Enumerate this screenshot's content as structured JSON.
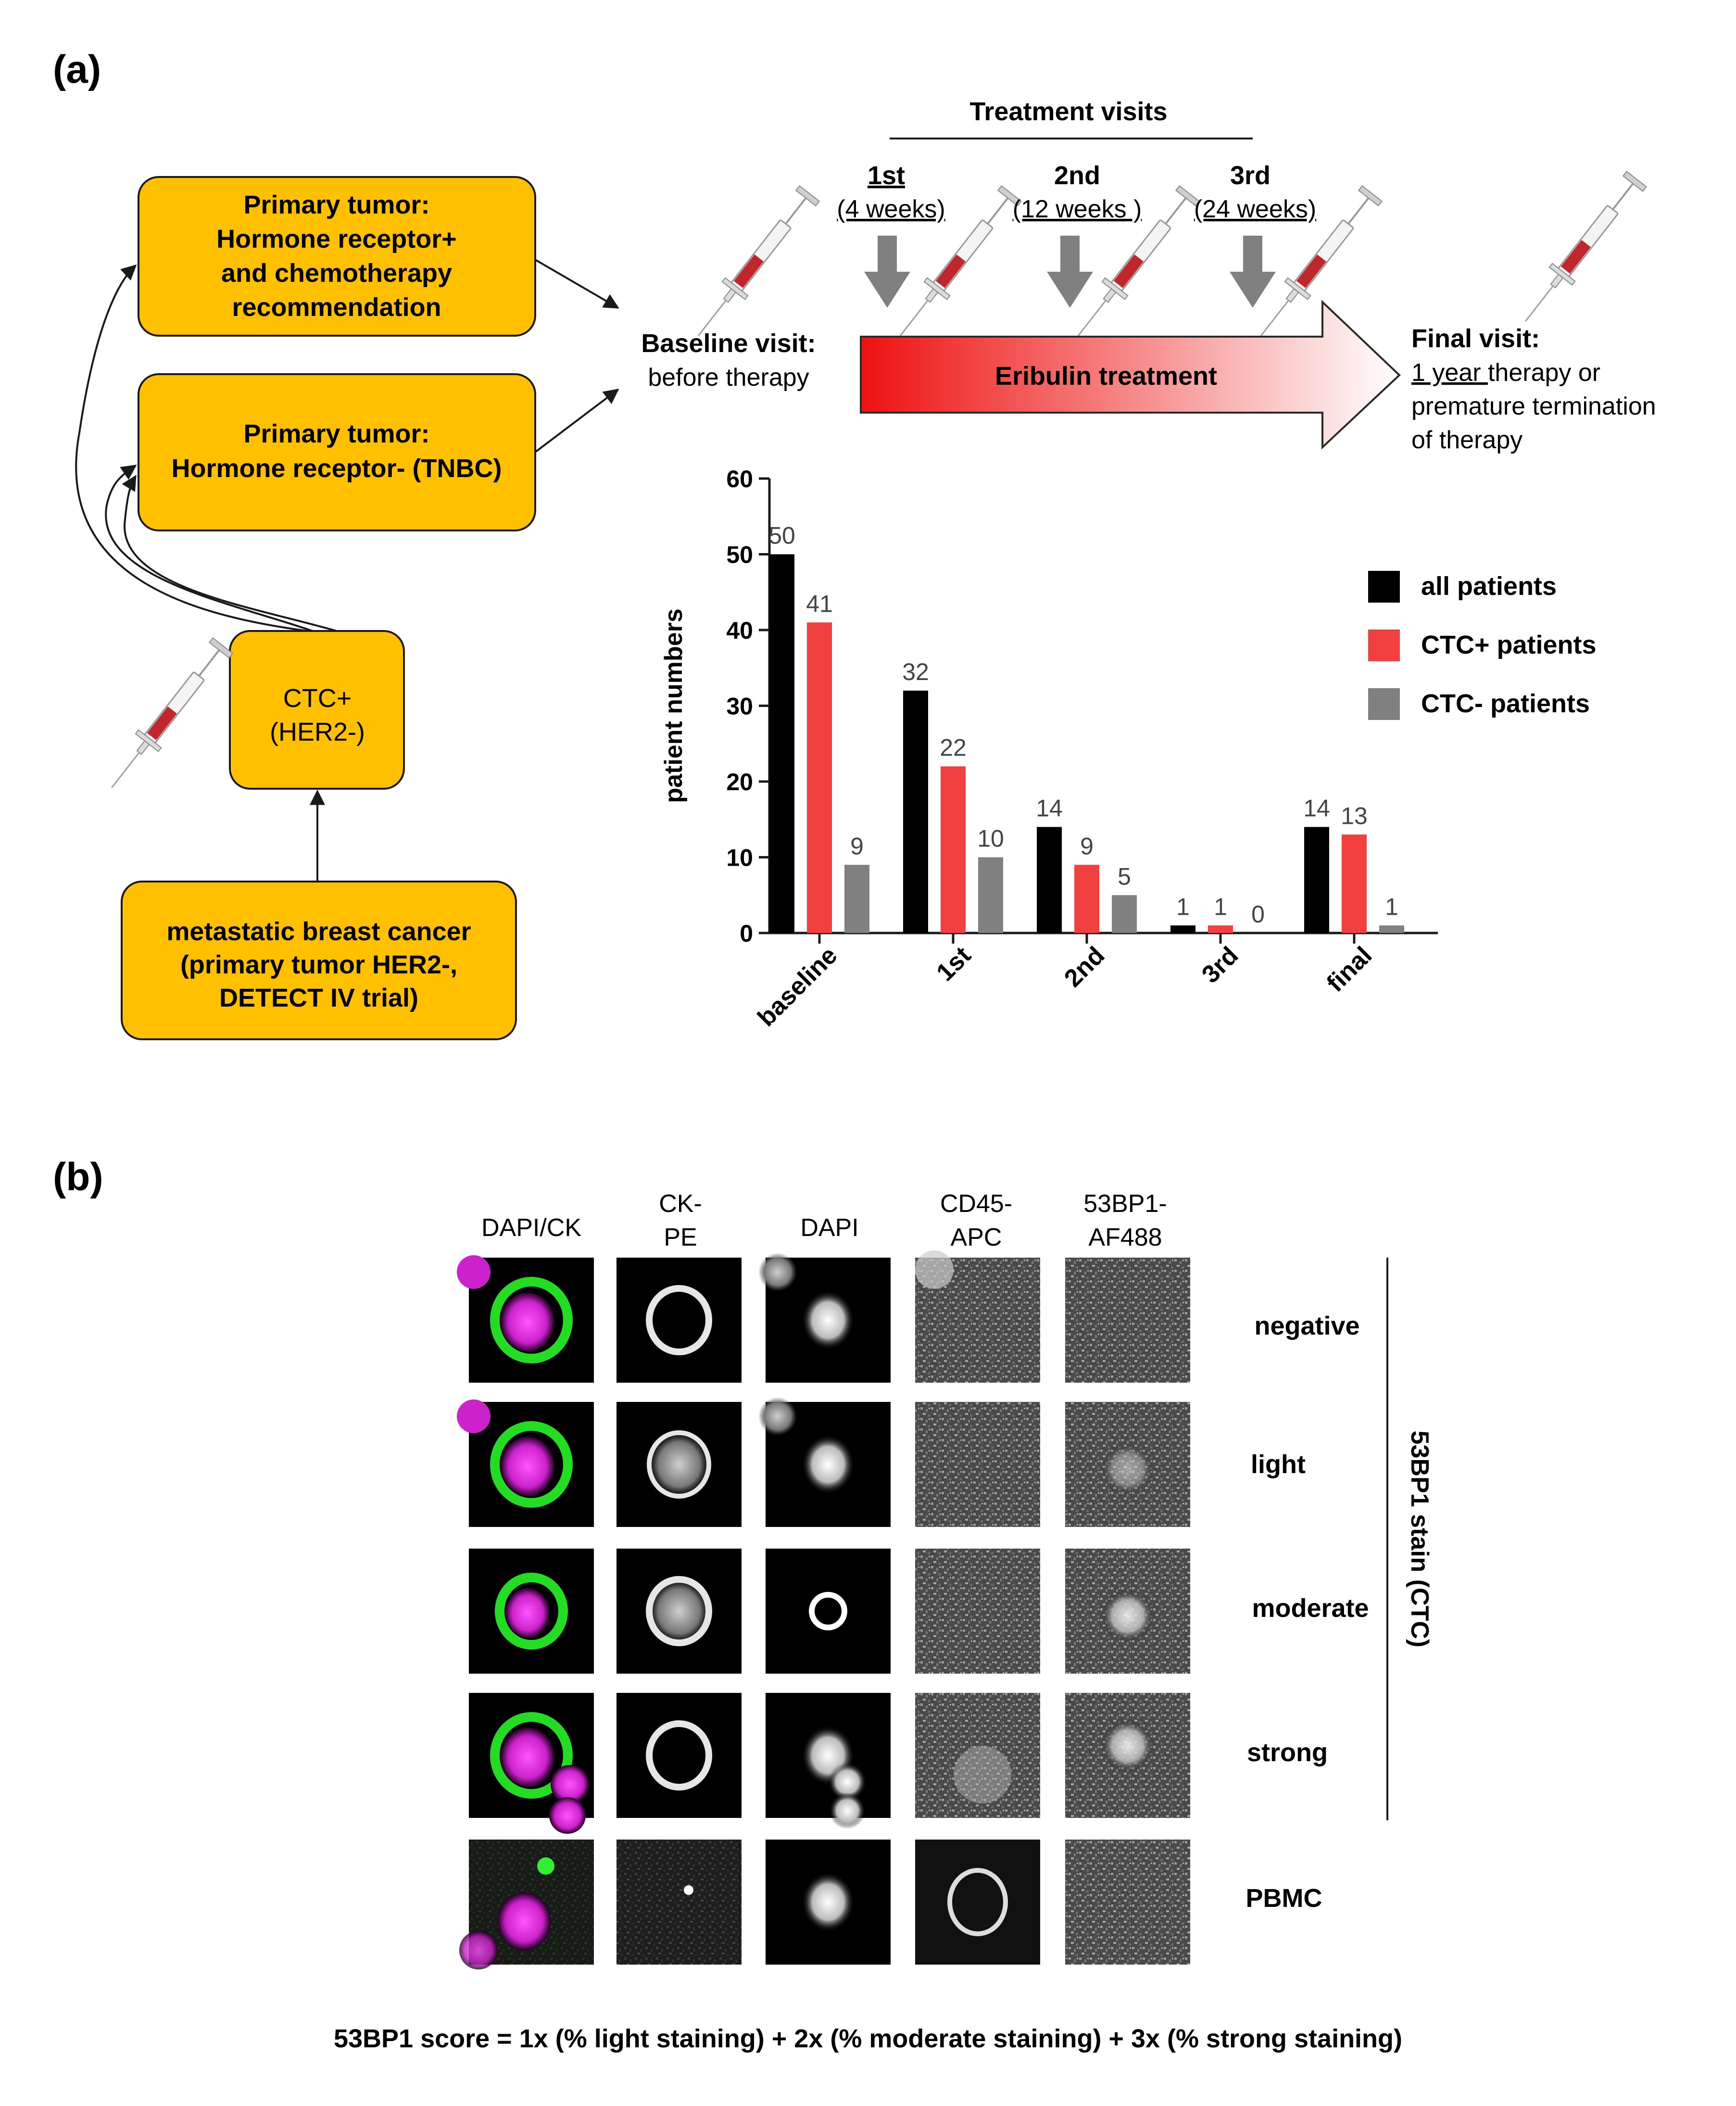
{
  "panel_a_label": "(a)",
  "panel_b_label": "(b)",
  "flow": {
    "box_primary_hr_pos": [
      "Primary tumor:",
      "Hormone receptor+",
      "and chemotherapy",
      "recommendation"
    ],
    "box_primary_hr_neg": [
      "Primary tumor:",
      "Hormone receptor- (TNBC)"
    ],
    "box_ctc": [
      "CTC+",
      "(HER2-)"
    ],
    "box_mbc": [
      "metastatic breast cancer",
      "(primary tumor HER2-,",
      "DETECT  IV trial)"
    ],
    "colors": {
      "box_fill": "#FFC000",
      "box_border": "#1a1a1a"
    }
  },
  "timeline": {
    "treatment_visits_title": "Treatment visits",
    "visits": [
      {
        "name": "1st",
        "weeks": "(4 weeks)"
      },
      {
        "name": "2nd",
        "weeks": "(12 weeks )"
      },
      {
        "name": "3rd",
        "weeks": "(24 weeks)"
      }
    ],
    "baseline_title": "Baseline visit:",
    "baseline_sub": "before therapy",
    "treatment_label": "Eribulin  treatment",
    "final_title": "Final visit:",
    "final_underlined": "1 year ",
    "final_lines": [
      "therapy or",
      "premature termination",
      "of therapy"
    ],
    "colors": {
      "arrow_start": "#EE1111",
      "arrow_end": "#FFFFFF"
    }
  },
  "chart_data": {
    "type": "bar",
    "categories": [
      "baseline",
      "1st",
      "2nd",
      "3rd",
      "final"
    ],
    "series": [
      {
        "name": "all patients",
        "values": [
          50,
          32,
          14,
          1,
          14
        ],
        "color": "#000000"
      },
      {
        "name": "CTC+ patients",
        "values": [
          41,
          22,
          9,
          1,
          13
        ],
        "color": "#F23F3F"
      },
      {
        "name": "CTC- patients",
        "values": [
          9,
          10,
          5,
          0,
          1
        ],
        "color": "#808080"
      }
    ],
    "ylabel": "patient numbers",
    "ylim": [
      0,
      60
    ],
    "yticks": [
      0,
      10,
      20,
      30,
      40,
      50,
      60
    ],
    "legend_position": "right"
  },
  "panel_b": {
    "column_headers": [
      [
        "DAPI/CK"
      ],
      [
        "CK-",
        "PE"
      ],
      [
        "DAPI"
      ],
      [
        "CD45-",
        "APC"
      ],
      [
        "53BP1-",
        "AF488"
      ]
    ],
    "row_labels": [
      "negative",
      "light",
      "moderate",
      "strong",
      "PBMC"
    ],
    "bracket_label": "53BP1 stain (CTC)",
    "score_formula": "53BP1 score = 1x (%  light  staining) + 2x (%  moderate staining) + 3x (%  strong staining)"
  }
}
